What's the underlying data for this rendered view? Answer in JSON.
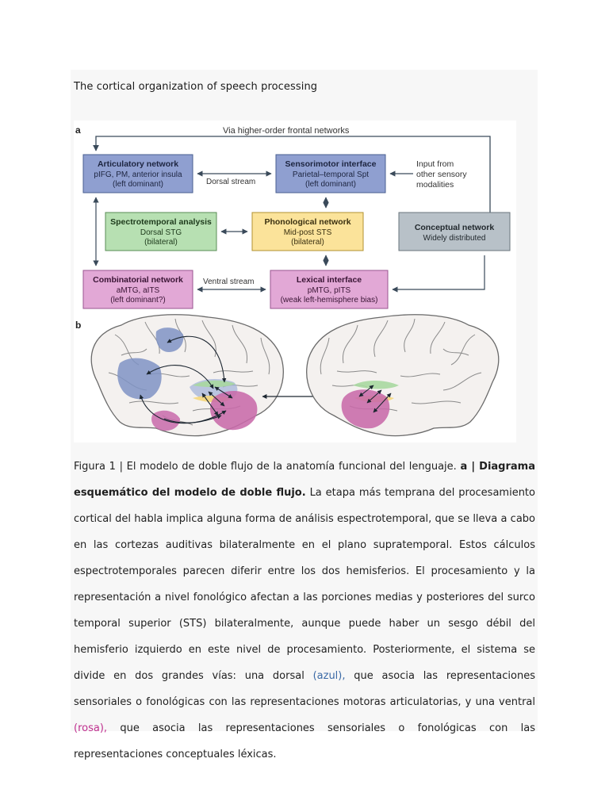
{
  "document": {
    "title": "The cortical organization of speech processing"
  },
  "figure": {
    "panel_a": {
      "label": "a",
      "top_arrow_label": "Via higher-order frontal networks",
      "dorsal_label": "Dorsal stream",
      "ventral_label": "Ventral stream",
      "input_label": [
        "Input from",
        "other sensory",
        "modalities"
      ],
      "boxes": {
        "articulatory": {
          "title": "Articulatory network",
          "lines": [
            "pIFG, PM, anterior insula",
            "(left dominant)"
          ],
          "color": "#8f9fd0"
        },
        "sensorimotor": {
          "title": "Sensorimotor interface",
          "lines": [
            "Parietal–temporal Spt",
            "(left dominant)"
          ],
          "color": "#8f9fd0"
        },
        "spectrotemporal": {
          "title": "Spectrotemporal analysis",
          "lines": [
            "Dorsal STG",
            "(bilateral)"
          ],
          "color": "#b7e0b2"
        },
        "phonological": {
          "title": "Phonological network",
          "lines": [
            "Mid-post STS",
            "(bilateral)"
          ],
          "color": "#fbe39a"
        },
        "conceptual": {
          "title": "Conceptual network",
          "lines": [
            "Widely distributed"
          ],
          "color": "#b8c1c8"
        },
        "combinatorial": {
          "title": "Combinatorial network",
          "lines": [
            "aMTG, aITS",
            "(left dominant?)"
          ],
          "color": "#e2a8d6"
        },
        "lexical": {
          "title": "Lexical interface",
          "lines": [
            "pMTG, pITS",
            "(weak left-hemisphere bias)"
          ],
          "color": "#e2a8d6"
        }
      }
    },
    "panel_b": {
      "label": "b"
    }
  },
  "caption": {
    "lead": "Figura 1 | El modelo de doble flujo de la anatomía funcional del lenguaje.",
    "bold_part": "a | Diagrama esquemático del modelo de doble flujo.",
    "body_1": "La etapa más temprana del procesamiento cortical del habla implica alguna forma de análisis espectrotemporal, que se lleva a cabo en las cortezas auditivas bilateralmente en el plano supratemporal. Estos cálculos espectrotemporales parecen diferir entre los dos hemisferios. El procesamiento y la representación a nivel fonológico afectan a las porciones medias y posteriores del surco temporal superior (STS) bilateralmente, aunque puede haber un sesgo débil del hemisferio izquierdo en este nivel de procesamiento. Posteriormente, el sistema se divide en dos grandes vías: una dorsal",
    "azul": "(azul),",
    "body_2": "que asocia las representaciones sensoriales o fonológicas con las representaciones motoras articulatorias, y una ventral",
    "rosa": "(rosa),",
    "body_3": "que asocia las representaciones sensoriales o fonológicas con las representaciones conceptuales léxicas."
  },
  "colors": {
    "dorsal_blue": "#3b6aa6",
    "ventral_pink": "#c0308f"
  }
}
